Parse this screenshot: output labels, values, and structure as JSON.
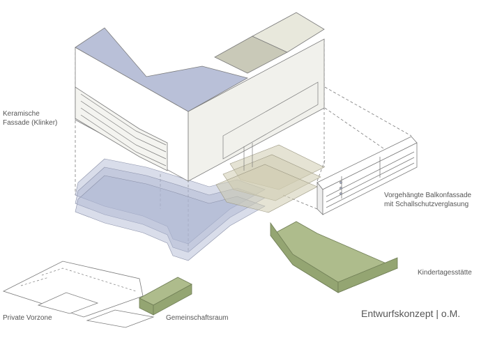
{
  "labels": {
    "facade": "Keramische\nFassade (Klinker)",
    "balcony": "Vorgehängte Balkonfassade\nmit Schallschutzverglasung",
    "kita": "Kindertagesstätte",
    "vorzone": "Private Vorzone",
    "gemeinschaftsraum": "Gemeinschaftsraum",
    "title": "Entwurfskonzept | o.M."
  },
  "colors": {
    "roof_blue": "#b9c0d8",
    "roof_olive": "#c9c9b8",
    "roof_cream": "#e8e8dc",
    "wall_white": "#ffffff",
    "wall_side": "#f1f1ec",
    "floor_blue": "#aab3d0",
    "floor_olive": "#cfccb0",
    "green_top": "#aebc8c",
    "green_side": "#94a572",
    "line": "#7a7a7a"
  }
}
